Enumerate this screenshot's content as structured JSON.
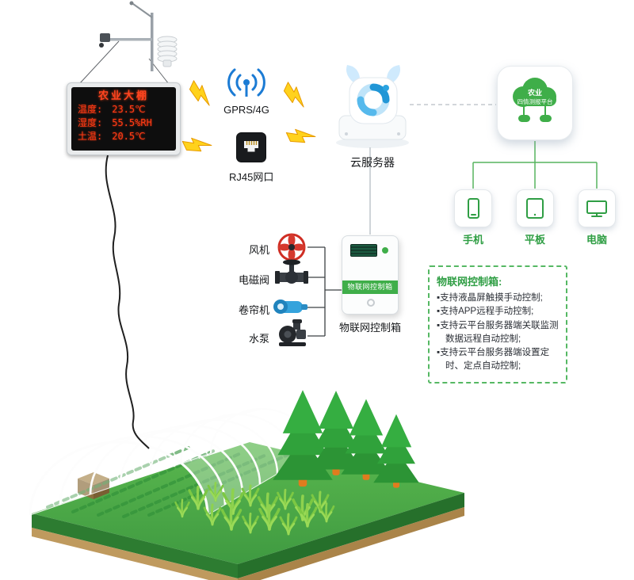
{
  "colors": {
    "accent_green": "#3fae49",
    "led_red": "#ff3a14",
    "bolt_yellow": "#ffd21c",
    "icon_blue": "#1b7bd4"
  },
  "led_panel": {
    "title": "农业大棚",
    "rows": [
      {
        "label": "温度:",
        "value": "23.5℃"
      },
      {
        "label": "湿度:",
        "value": "55.5%RH"
      },
      {
        "label": "土温:",
        "value": "20.5℃"
      }
    ]
  },
  "network": {
    "gprs_label": "GPRS/4G",
    "rj45_label": "RJ45网口"
  },
  "cloud_server": {
    "label": "云服务器"
  },
  "platform_box": {
    "cloud_line1": "农业",
    "cloud_line2": "四情测报平台"
  },
  "terminals": [
    {
      "label": "手机"
    },
    {
      "label": "平板"
    },
    {
      "label": "电脑"
    }
  ],
  "controller": {
    "stripe_label": "物联网控制箱",
    "caption": "物联网控制箱"
  },
  "actuators": [
    {
      "label": "风机"
    },
    {
      "label": "电磁阀"
    },
    {
      "label": "卷帘机"
    },
    {
      "label": "水泵"
    }
  ],
  "info_box": {
    "title": "物联网控制箱:",
    "items": [
      "▪支持液晶屏触摸手动控制;",
      "▪支持APP远程手动控制;",
      "▪支持云平台服务器端关联监测数据远程自动控制;",
      "▪支持云平台服务器端设置定时、定点自动控制;"
    ]
  }
}
